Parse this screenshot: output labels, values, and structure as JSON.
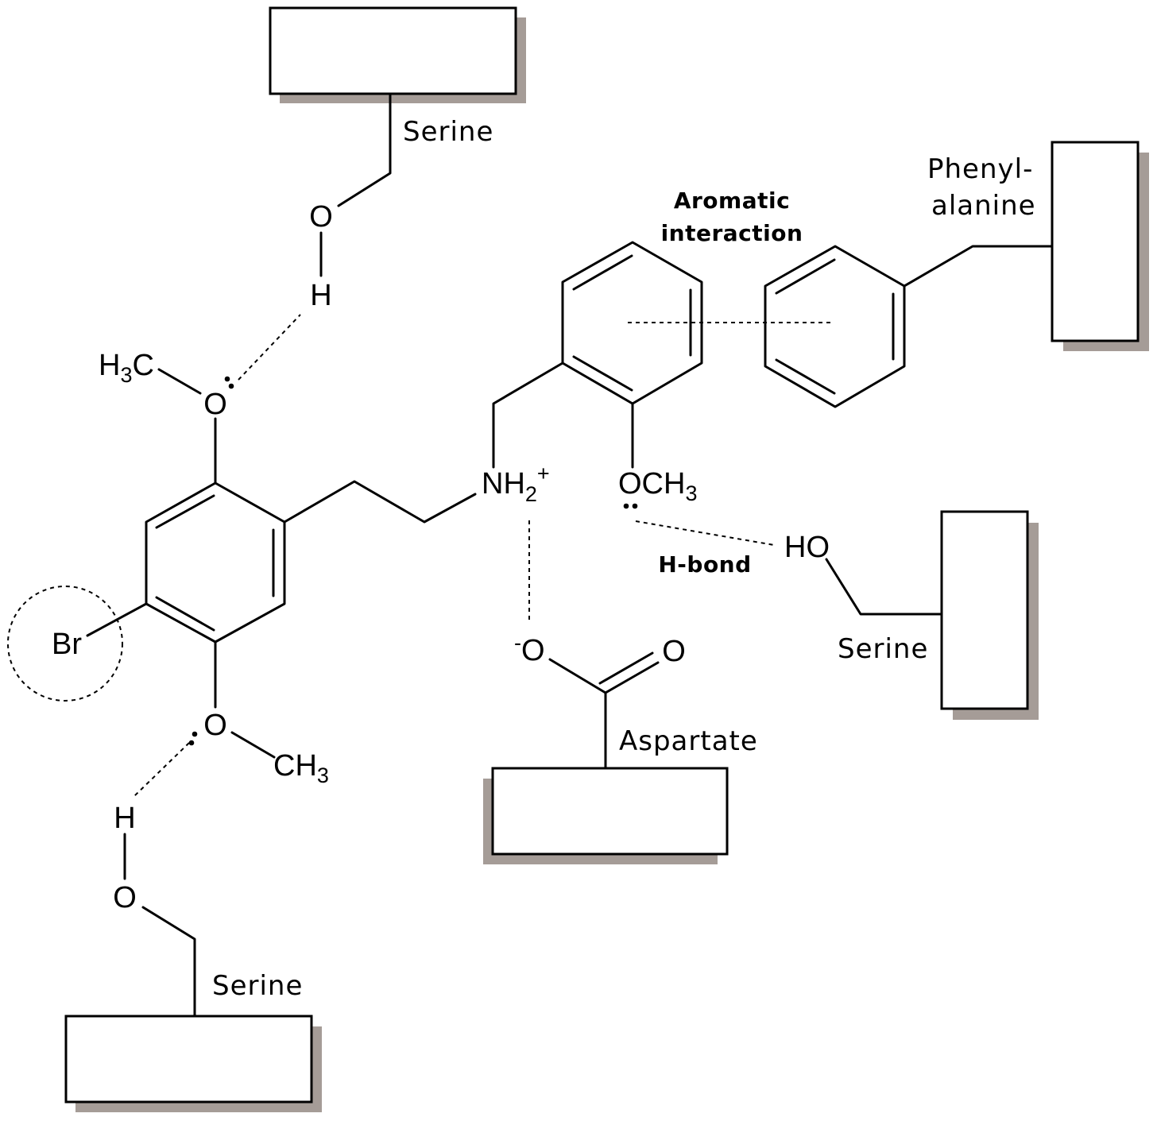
{
  "atoms": {
    "o_top_serine": "O",
    "h_top_serine": "H",
    "h3c": {
      "main1": "H",
      "sub": "3",
      "main2": "C"
    },
    "o_upper_ring": "O",
    "br": "Br",
    "o_lower_ring": "O",
    "ch3_lower": {
      "main": "CH",
      "sub": "3"
    },
    "h_bottom_serine": "H",
    "o_bottom_serine": "O",
    "nh2": {
      "main": "NH",
      "sub": "2",
      "sup": "+"
    },
    "och3": {
      "main": "OCH",
      "sub": "3"
    },
    "ho_right_serine": "HO",
    "o_carboxylate": {
      "sup": "-",
      "main": "O"
    },
    "o_carbonyl": "O"
  },
  "residues": {
    "serine_top": "Serine",
    "serine_right": "Serine",
    "serine_bottom": "Serine",
    "aspartate": "Aspartate",
    "phenylalanine_line1": "Phenyl-",
    "phenylalanine_line2": "alanine"
  },
  "annotations": {
    "aromatic_line1": "Aromatic",
    "aromatic_line2": "interaction",
    "hbond": "H-bond"
  }
}
